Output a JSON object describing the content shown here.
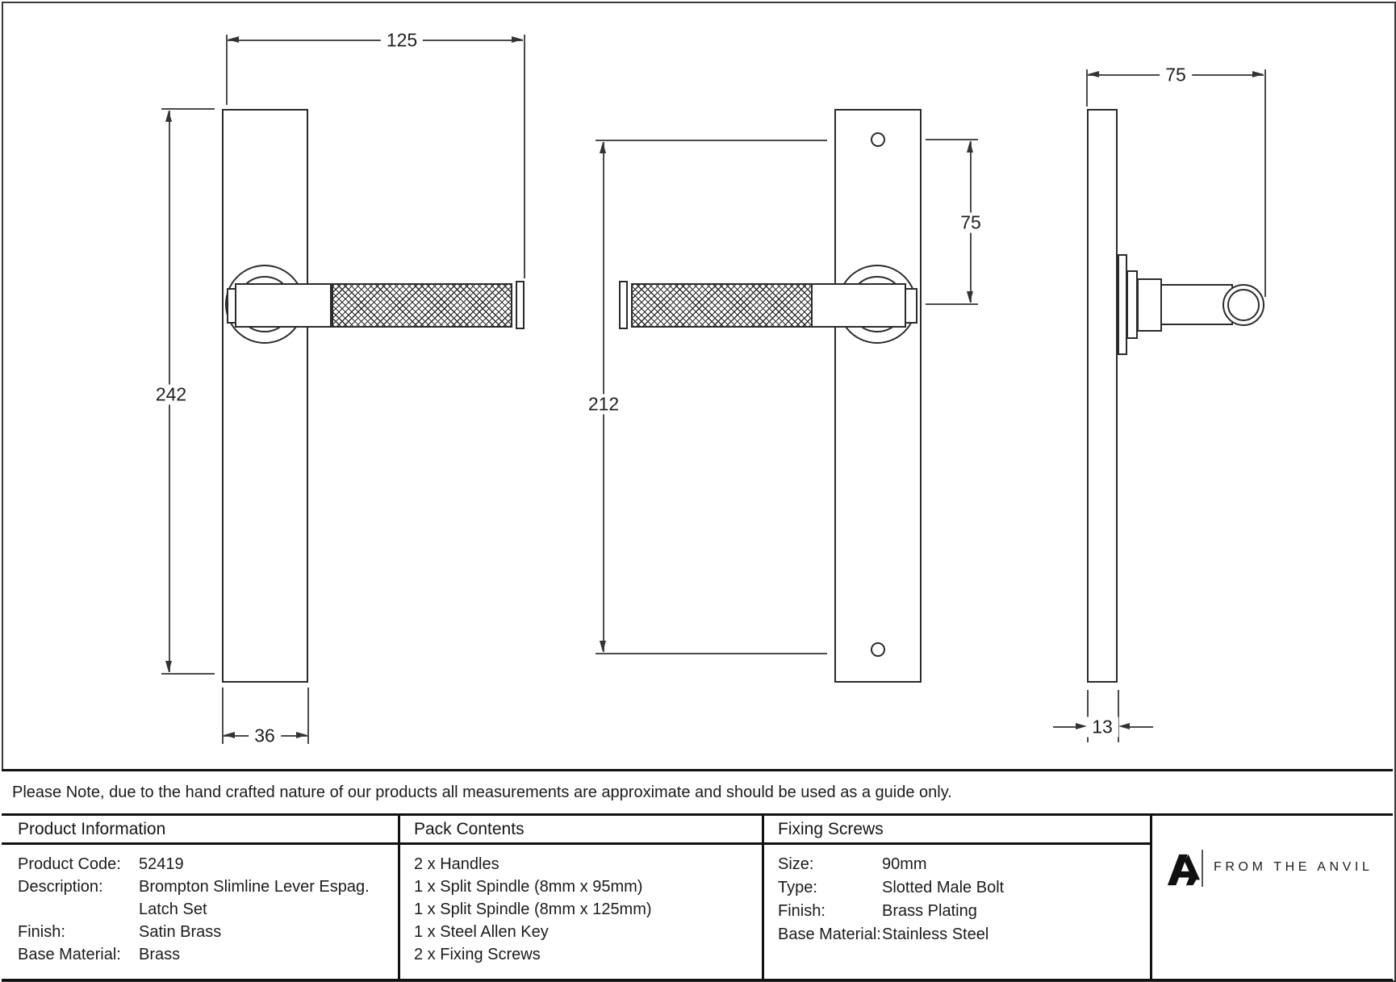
{
  "note": "Please Note, due to the hand crafted nature of our products all measurements are approximate and should be used as a guide only.",
  "drawings": {
    "front_view": {
      "width_label": "125",
      "height_label": "242",
      "plate_width_label": "36"
    },
    "rear_view": {
      "screw_spacing_label": "212",
      "screw_to_handle_label": "75"
    },
    "side_view": {
      "projection_label": "75",
      "plate_thickness_label": "13"
    }
  },
  "table": {
    "product_information": {
      "title": "Product Information",
      "rows": [
        {
          "label": "Product Code:",
          "value": "52419"
        },
        {
          "label": "Description:",
          "value": "Brompton Slimline Lever Espag."
        },
        {
          "label": "",
          "value": "Latch Set"
        },
        {
          "label": "Finish:",
          "value": "Satin Brass"
        },
        {
          "label": "Base Material:",
          "value": "Brass"
        }
      ]
    },
    "pack_contents": {
      "title": "Pack Contents",
      "items": [
        "2 x Handles",
        "1 x Split Spindle (8mm x 95mm)",
        "1 x Split Spindle (8mm x 125mm)",
        "1 x Steel Allen Key",
        "2 x Fixing Screws"
      ]
    },
    "fixing_screws": {
      "title": "Fixing Screws",
      "rows": [
        {
          "label": "Size:",
          "value": "90mm"
        },
        {
          "label": "Type:",
          "value": "Slotted Male Bolt"
        },
        {
          "label": "Finish:",
          "value": "Brass Plating"
        },
        {
          "label": "Base Material:",
          "value": "Stainless Steel"
        }
      ]
    }
  },
  "logo": {
    "text": "FROM THE ANVIL"
  }
}
